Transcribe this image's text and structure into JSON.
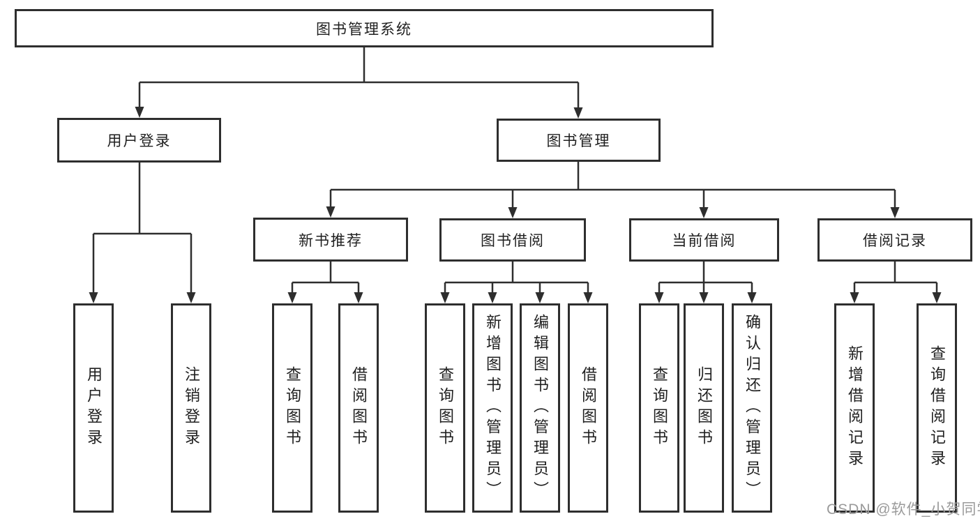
{
  "diagram": {
    "type": "hierarchy-tree",
    "nodes": {
      "root": "图书管理系统",
      "user_login": "用户登录",
      "book_mgmt": "图书管理",
      "new_book_rec": "新书推荐",
      "book_borrow": "图书借阅",
      "current_borrow": "当前借阅",
      "borrow_records": "借阅记录",
      "ul_login": "用户登录",
      "ul_logout": "注销登录",
      "nb_query": "查询图书",
      "nb_borrow": "借阅图书",
      "bb_query": "查询图书",
      "bb_add": "新增图书（管理员）",
      "bb_edit": "编辑图书（管理员）",
      "bb_borrow": "借阅图书",
      "cb_query": "查询图书",
      "cb_return": "归还图书",
      "cb_confirm": "确认归还（管理员）",
      "br_add": "新增借阅记录",
      "br_query": "查询借阅记录"
    },
    "edges": [
      [
        "root",
        "user_login"
      ],
      [
        "root",
        "book_mgmt"
      ],
      [
        "user_login",
        "ul_login"
      ],
      [
        "user_login",
        "ul_logout"
      ],
      [
        "book_mgmt",
        "new_book_rec"
      ],
      [
        "book_mgmt",
        "book_borrow"
      ],
      [
        "book_mgmt",
        "current_borrow"
      ],
      [
        "book_mgmt",
        "borrow_records"
      ],
      [
        "new_book_rec",
        "nb_query"
      ],
      [
        "new_book_rec",
        "nb_borrow"
      ],
      [
        "book_borrow",
        "bb_query"
      ],
      [
        "book_borrow",
        "bb_add"
      ],
      [
        "book_borrow",
        "bb_edit"
      ],
      [
        "book_borrow",
        "bb_borrow"
      ],
      [
        "current_borrow",
        "cb_query"
      ],
      [
        "current_borrow",
        "cb_return"
      ],
      [
        "current_borrow",
        "cb_confirm"
      ],
      [
        "borrow_records",
        "br_add"
      ],
      [
        "borrow_records",
        "br_query"
      ]
    ],
    "colors": {
      "line": "#2e2e2e",
      "box_border": "#2e2e2e",
      "box_fill": "#ffffff",
      "text": "#1f1f1f",
      "watermark": "#9a9a9a",
      "background": "#ffffff"
    }
  },
  "watermark": "CSDN @软件_小贺同学"
}
